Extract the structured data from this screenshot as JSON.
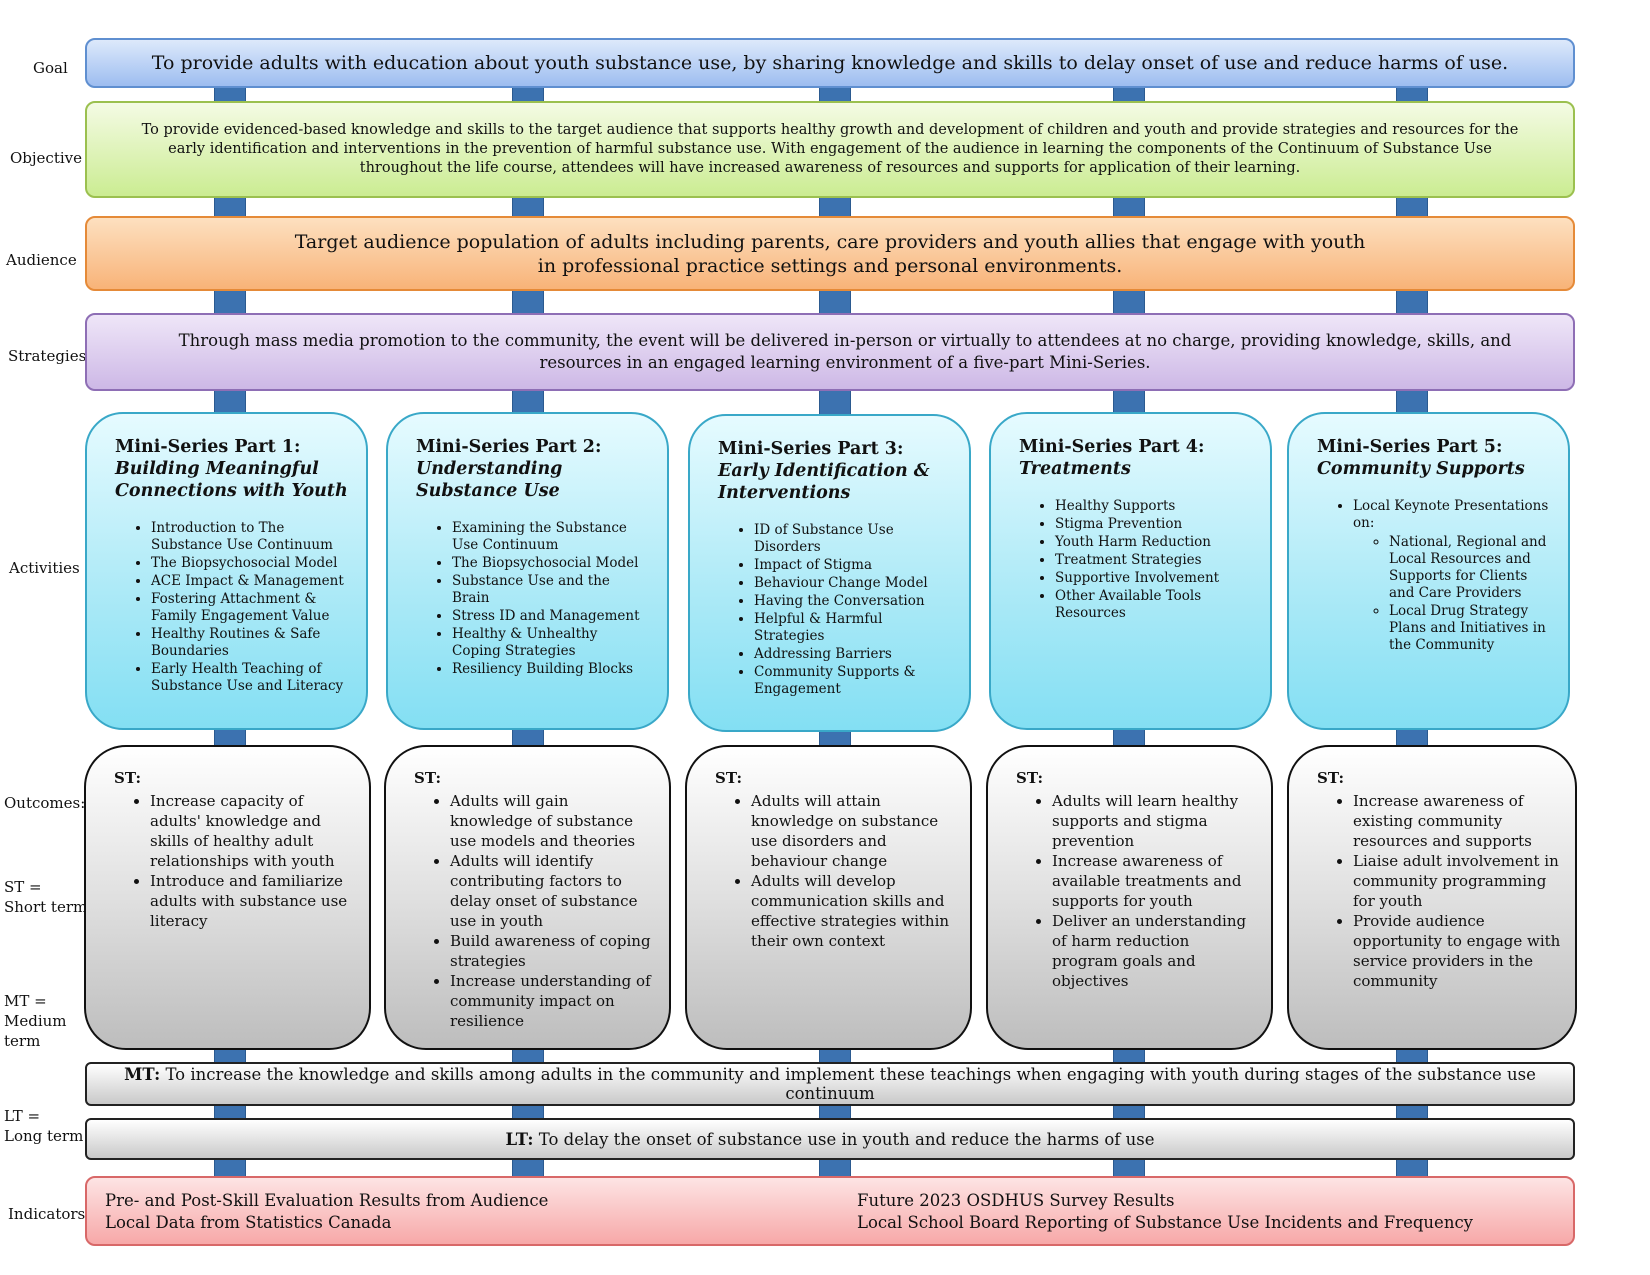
{
  "labels": {
    "goal": "Goal",
    "objective": "Objective",
    "audience": "Audience",
    "strategies": "Strategies",
    "activities": "Activities",
    "outcomes": "Outcomes:",
    "st_eq": "ST =",
    "st_def": "Short term",
    "mt_eq": "MT =",
    "mt_def1": "Medium",
    "mt_def2": "term",
    "lt_eq": "LT =",
    "lt_def": "Long term",
    "indicators": "Indicators"
  },
  "goal": "To provide adults with education about youth substance use, by sharing knowledge and skills to delay onset of use and reduce harms of use.",
  "objective": "To provide evidenced-based knowledge and skills to the target audience that supports healthy growth and development of children and youth and provide strategies and resources for the early identification and interventions in the prevention of harmful substance use. With engagement of the audience in learning the components of the Continuum of Substance Use throughout the life course, attendees will have increased awareness of resources and supports for application of their learning.",
  "audience": "Target audience population of adults including parents, care providers and youth allies that engage with youth in professional practice settings and personal environments.",
  "strategies": "Through mass media promotion to the community, the event will be delivered in-person or virtually to attendees at no charge, providing knowledge, skills, and resources in an engaged learning environment of a five-part Mini-Series.",
  "activities": [
    {
      "head": "Mini-Series Part 1:",
      "sub": "Building Meaningful Connections with Youth",
      "items": [
        "Introduction to The Substance Use Continuum",
        "The Biopsychosocial Model",
        "ACE Impact & Management",
        "Fostering Attachment & Family Engagement Value",
        "Healthy Routines & Safe Boundaries",
        "Early Health Teaching of Substance Use and Literacy"
      ]
    },
    {
      "head": "Mini-Series Part 2:",
      "sub": "Understanding Substance Use",
      "items": [
        "Examining the Substance Use Continuum",
        "The Biopsychosocial Model",
        "Substance Use and the Brain",
        "Stress ID and Management",
        "Healthy & Unhealthy Coping Strategies",
        "Resiliency Building Blocks"
      ]
    },
    {
      "head": "Mini-Series Part 3:",
      "sub": "Early Identification & Interventions",
      "items": [
        "ID of Substance Use Disorders",
        "Impact of Stigma",
        "Behaviour Change Model",
        "Having the Conversation",
        "Helpful & Harmful Strategies",
        "Addressing Barriers",
        "Community Supports & Engagement"
      ]
    },
    {
      "head": "Mini-Series Part 4:",
      "sub": "Treatments",
      "items": [
        "Healthy Supports",
        "Stigma Prevention",
        "Youth Harm Reduction",
        "Treatment Strategies",
        "Supportive Involvement",
        "Other Available Tools Resources"
      ]
    },
    {
      "head": "Mini-Series Part 5:",
      "sub": "Community Supports",
      "items": [
        "Local Keynote Presentations on:"
      ],
      "subitems": [
        "National, Regional and Local Resources and Supports for Clients and Care Providers",
        "Local Drug Strategy Plans and Initiatives in the Community"
      ]
    }
  ],
  "outcomes": [
    {
      "head": "ST:",
      "items": [
        "Increase capacity of adults' knowledge and skills of healthy adult relationships with youth",
        "Introduce and familiarize adults with substance use literacy"
      ]
    },
    {
      "head": "ST:",
      "items": [
        "Adults will gain knowledge of substance use models and theories",
        "Adults will identify contributing factors to delay onset of substance use in youth",
        "Build awareness of coping strategies",
        "Increase understanding of community impact on resilience"
      ]
    },
    {
      "head": "ST:",
      "items": [
        "Adults will attain knowledge on substance use disorders and behaviour change",
        "Adults will develop communication skills and effective strategies within their own context"
      ]
    },
    {
      "head": "ST:",
      "items": [
        "Adults will learn healthy supports and stigma prevention",
        "Increase awareness of available treatments and supports for youth",
        "Deliver an understanding of harm reduction program goals and objectives"
      ]
    },
    {
      "head": "ST:",
      "items": [
        "Increase awareness of existing community resources and supports",
        "Liaise adult involvement in community programming for youth",
        "Provide audience opportunity to engage with service providers in the community"
      ]
    }
  ],
  "mt": {
    "prefix": "MT:",
    "text": " To increase the knowledge and skills among adults in the community and implement these teachings when engaging with youth during stages of the substance use continuum"
  },
  "lt": {
    "prefix": "LT:",
    "text": " To delay the onset of substance use in youth and reduce the harms of use"
  },
  "indicators": {
    "left": [
      "Pre- and Post-Skill Evaluation Results from Audience",
      "Local Data from Statistics Canada"
    ],
    "right": [
      "Future 2023 OSDHUS Survey Results",
      "Local School Board Reporting of Substance Use Incidents and Frequency"
    ]
  }
}
